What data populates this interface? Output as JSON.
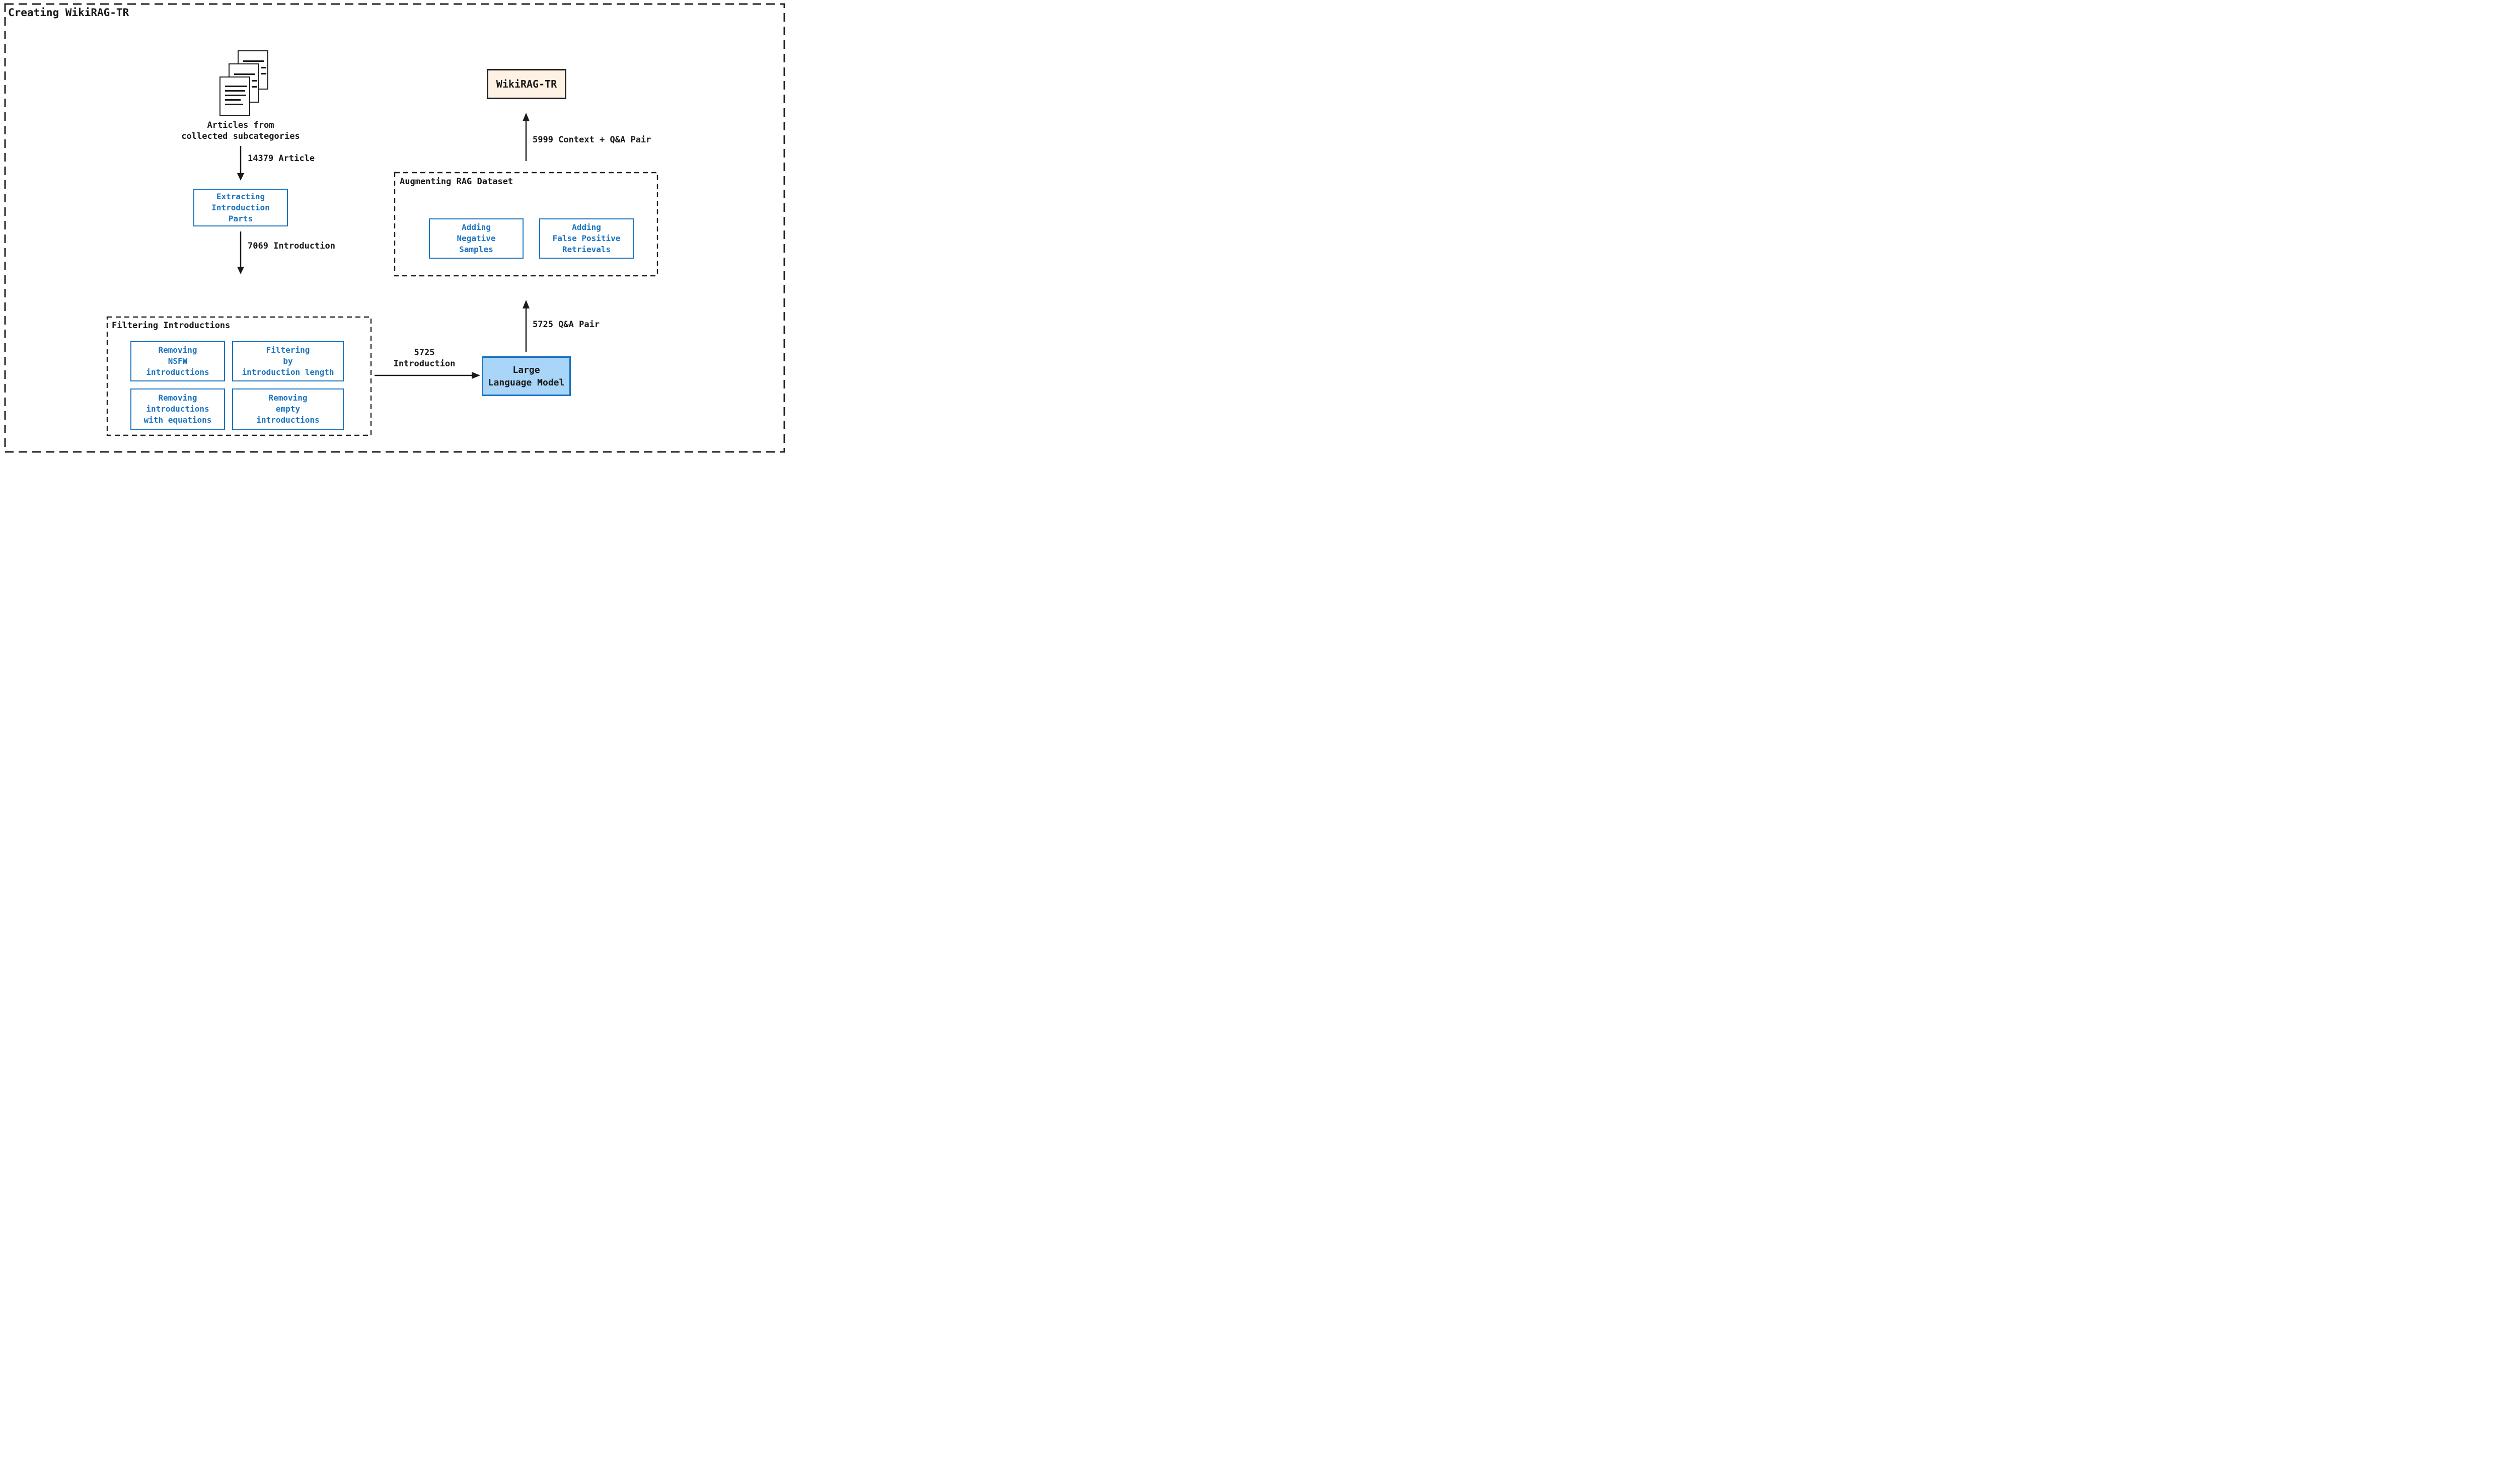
{
  "title": "Creating WikiRAG-TR",
  "colors": {
    "ink": "#1a1a1a",
    "blue": "#1b74c0",
    "llm_fill": "#a9d6f8",
    "llm_border": "#1a72c2",
    "output_fill": "#fdf2e3",
    "output_border": "#1f1f1f"
  },
  "source": {
    "icon": "documents-stack-icon",
    "caption": "Articles from\ncollected subcategories"
  },
  "flows": {
    "articles": "14379 Article",
    "introductions": "7069 Introduction",
    "filtered_introductions": "5725\nIntroduction",
    "qa_pairs": "5725 Q&A Pair",
    "context_qa_pairs": "5999 Context + Q&A Pair"
  },
  "extracting_box": "Extracting\nIntroduction\nParts",
  "filtering": {
    "label": "Filtering Introductions",
    "boxes": [
      "Removing\nNSFW\nintroductions",
      "Filtering\nby\nintroduction length",
      "Removing\nintroductions\nwith equations",
      "Removing\nempty\nintroductions"
    ]
  },
  "llm_box": "Large\nLanguage Model",
  "augmenting": {
    "label": "Augmenting RAG Dataset",
    "boxes": [
      "Adding\nNegative\nSamples",
      "Adding\nFalse Positive\nRetrievals"
    ]
  },
  "output_box": "WikiRAG-TR"
}
